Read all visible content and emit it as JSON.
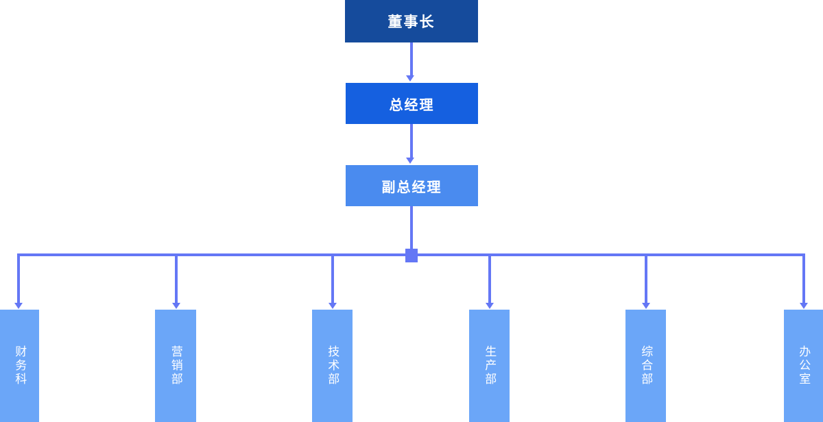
{
  "chart_title": "",
  "palette": {
    "background": "#ffffff",
    "level1_box": "#154b9c",
    "level2_box": "#1560e0",
    "level3_box": "#4a8bef",
    "department_box": "#6ba6f8",
    "connector": "#6477f5",
    "text": "#ffffff"
  },
  "hierarchy": {
    "level1": {
      "label": "董事长"
    },
    "level2": {
      "label": "总经理"
    },
    "level3": {
      "label": "副总经理"
    },
    "departments": [
      {
        "label": "财务科"
      },
      {
        "label": "营销部"
      },
      {
        "label": "技术部"
      },
      {
        "label": "生产部"
      },
      {
        "label": "综合部"
      },
      {
        "label": "办公室"
      }
    ]
  }
}
